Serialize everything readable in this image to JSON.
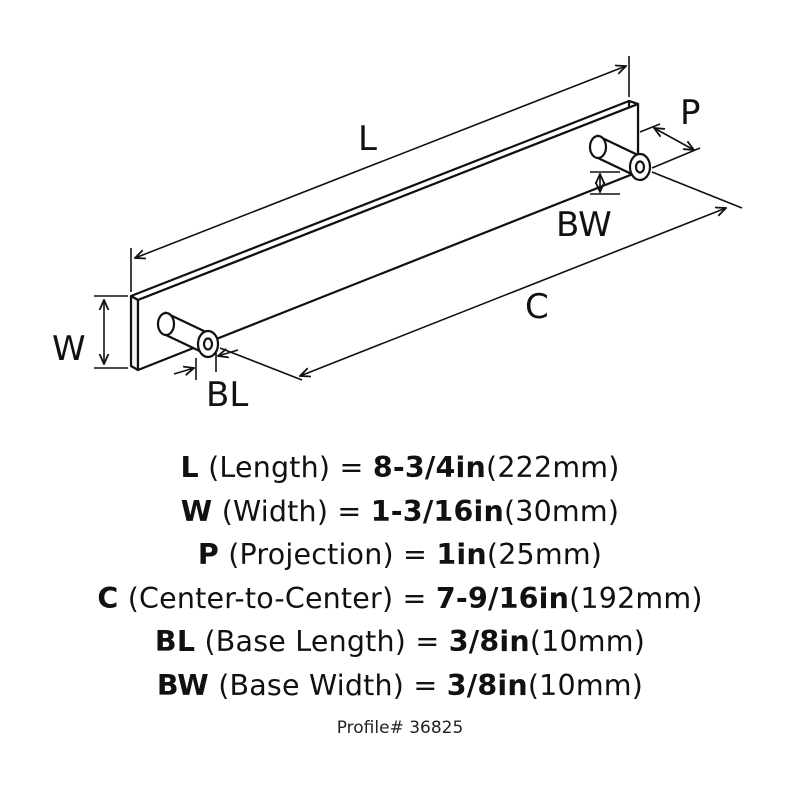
{
  "diagram": {
    "labels": {
      "length": "L",
      "width": "W",
      "projection": "P",
      "center": "C",
      "base_length": "BL",
      "base_width": "BW"
    }
  },
  "specs": [
    {
      "code": "L",
      "desc": " (Length) = ",
      "imperial": "8-3/4in",
      "metric": "(222mm)"
    },
    {
      "code": "W",
      "desc": " (Width) = ",
      "imperial": "1-3/16in",
      "metric": "(30mm)"
    },
    {
      "code": "P",
      "desc": " (Projection) = ",
      "imperial": "1in",
      "metric": "(25mm)"
    },
    {
      "code": "C",
      "desc": " (Center-to-Center) = ",
      "imperial": "7-9/16in",
      "metric": "(192mm)"
    },
    {
      "code": "BL",
      "desc": " (Base Length) = ",
      "imperial": "3/8in",
      "metric": "(10mm)"
    },
    {
      "code": "BW",
      "desc": " (Base Width) = ",
      "imperial": "3/8in",
      "metric": "(10mm)"
    }
  ],
  "profile": "Profile# 36825"
}
